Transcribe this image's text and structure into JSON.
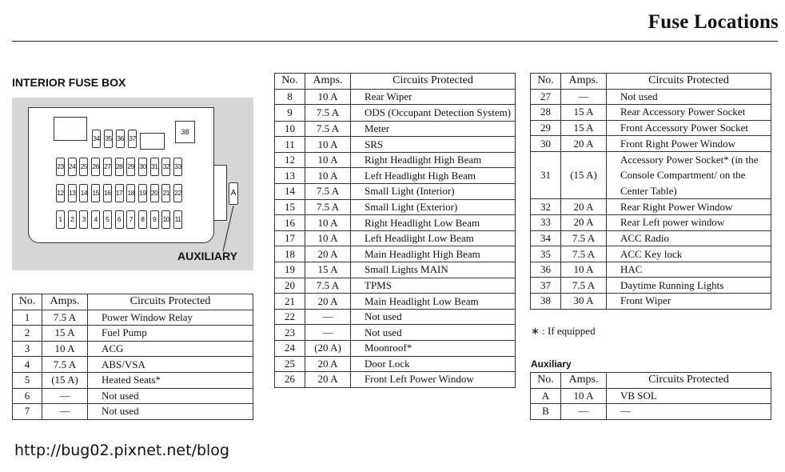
{
  "title": "Fuse Locations",
  "interior_label": "INTERIOR FUSE BOX",
  "auxiliary_diagram_label": "AUXILIARY",
  "auxiliary_section_label": "Auxiliary",
  "footnote": "∗ : If equipped",
  "url": "http://bug02.pixnet.net/blog",
  "headers": {
    "no": "No.",
    "amps": "Amps.",
    "circuits": "Circuits Protected"
  },
  "diagram": {
    "row_top": [
      "23",
      "24",
      "25",
      "26",
      "27",
      "28",
      "29",
      "30",
      "31",
      "32",
      "33"
    ],
    "row_mid": [
      "12",
      "13",
      "14",
      "15",
      "16",
      "17",
      "18",
      "19",
      "20",
      "21",
      "22"
    ],
    "row_bot": [
      "1",
      "2",
      "3",
      "4",
      "5",
      "6",
      "7",
      "8",
      "9",
      "10",
      "11"
    ],
    "row_upper": [
      "34",
      "35",
      "36",
      "37"
    ],
    "relay_38": "38",
    "aux_fuse": "A"
  },
  "table1": [
    {
      "no": "1",
      "amps": "7.5 A",
      "circuit": "Power Window Relay"
    },
    {
      "no": "2",
      "amps": "15 A",
      "circuit": "Fuel Pump"
    },
    {
      "no": "3",
      "amps": "10 A",
      "circuit": "ACG"
    },
    {
      "no": "4",
      "amps": "7.5 A",
      "circuit": "ABS/VSA"
    },
    {
      "no": "5",
      "amps": "(15 A)",
      "circuit": "Heated Seats*"
    },
    {
      "no": "6",
      "amps": "—",
      "circuit": "Not used"
    },
    {
      "no": "7",
      "amps": "—",
      "circuit": "Not used"
    }
  ],
  "table2": [
    {
      "no": "8",
      "amps": "10 A",
      "circuit": "Rear Wiper"
    },
    {
      "no": "9",
      "amps": "7.5 A",
      "circuit": "ODS (Occupant Detection System)"
    },
    {
      "no": "10",
      "amps": "7.5 A",
      "circuit": "Meter"
    },
    {
      "no": "11",
      "amps": "10 A",
      "circuit": "SRS"
    },
    {
      "no": "12",
      "amps": "10 A",
      "circuit": "Right Headlight High Beam"
    },
    {
      "no": "13",
      "amps": "10 A",
      "circuit": "Left Headlight High Beam"
    },
    {
      "no": "14",
      "amps": "7.5 A",
      "circuit": "Small Light (Interior)"
    },
    {
      "no": "15",
      "amps": "7.5 A",
      "circuit": "Small Light (Exterior)"
    },
    {
      "no": "16",
      "amps": "10 A",
      "circuit": "Right Headlight Low Beam"
    },
    {
      "no": "17",
      "amps": "10 A",
      "circuit": "Left Headlight Low Beam"
    },
    {
      "no": "18",
      "amps": "20 A",
      "circuit": "Main Headlight High Beam"
    },
    {
      "no": "19",
      "amps": "15 A",
      "circuit": "Small Lights MAIN"
    },
    {
      "no": "20",
      "amps": "7.5 A",
      "circuit": "TPMS"
    },
    {
      "no": "21",
      "amps": "20 A",
      "circuit": "Main Headlight Low Beam"
    },
    {
      "no": "22",
      "amps": "—",
      "circuit": "Not used"
    },
    {
      "no": "23",
      "amps": "—",
      "circuit": "Not used"
    },
    {
      "no": "24",
      "amps": "(20 A)",
      "circuit": "Moonroof*"
    },
    {
      "no": "25",
      "amps": "20 A",
      "circuit": "Door Lock"
    },
    {
      "no": "26",
      "amps": "20 A",
      "circuit": "Front Left Power Window"
    }
  ],
  "table3": [
    {
      "no": "27",
      "amps": "—",
      "circuit": "Not used"
    },
    {
      "no": "28",
      "amps": "15 A",
      "circuit": "Rear Accessory Power Socket"
    },
    {
      "no": "29",
      "amps": "15 A",
      "circuit": "Front Accessory Power Socket"
    },
    {
      "no": "30",
      "amps": "20 A",
      "circuit": "Front Right Power Window"
    },
    {
      "no": "31",
      "amps": "(15 A)",
      "circuit": "Accessory Power Socket* (in the Console Compartment/ on the Center Table)"
    },
    {
      "no": "32",
      "amps": "20 A",
      "circuit": "Rear Right Power Window"
    },
    {
      "no": "33",
      "amps": "20 A",
      "circuit": "Rear Left power window"
    },
    {
      "no": "34",
      "amps": "7.5 A",
      "circuit": "ACC Radio"
    },
    {
      "no": "35",
      "amps": "7.5 A",
      "circuit": "ACC Key lock"
    },
    {
      "no": "36",
      "amps": "10 A",
      "circuit": "HAC"
    },
    {
      "no": "37",
      "amps": "7.5 A",
      "circuit": "Daytime Running Lights"
    },
    {
      "no": "38",
      "amps": "30 A",
      "circuit": "Front Wiper"
    }
  ],
  "aux_table": [
    {
      "no": "A",
      "amps": "10 A",
      "circuit": "VB SOL"
    },
    {
      "no": "B",
      "amps": "—",
      "circuit": "—"
    }
  ]
}
